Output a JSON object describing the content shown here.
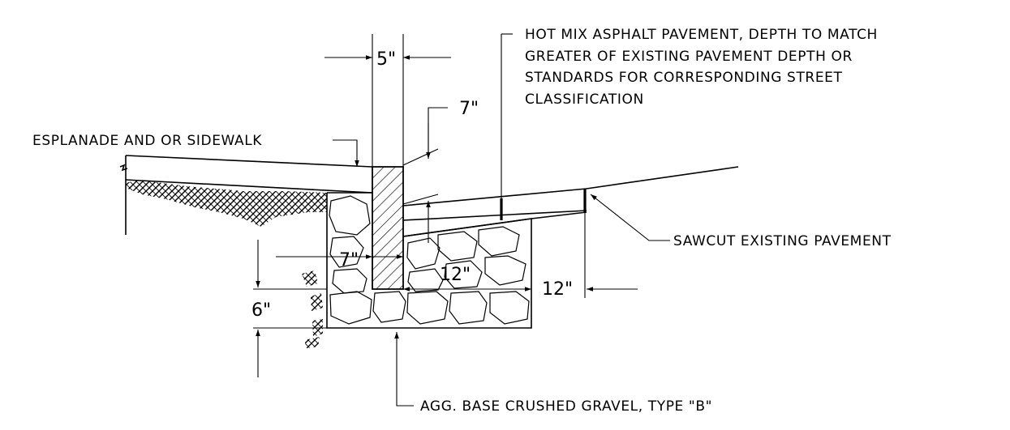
{
  "labels": {
    "asphalt": [
      "HOT MIX ASPHALT PAVEMENT, DEPTH TO MATCH",
      "GREATER OF EXISTING PAVEMENT DEPTH OR",
      "STANDARDS FOR CORRESPONDING STREET",
      "CLASSIFICATION"
    ],
    "esplanade": "ESPLANADE AND OR SIDEWALK",
    "sawcut": "SAWCUT EXISTING PAVEMENT",
    "base": "AGG. BASE CRUSHED GRAVEL, TYPE \"B\""
  },
  "dimensions": {
    "curb_width": "5\"",
    "curb_reveal": "7\"",
    "curb_bottom_width": "7\"",
    "base_extension": "12\"",
    "sawcut_offset": "12\"",
    "base_depth": "6\""
  }
}
